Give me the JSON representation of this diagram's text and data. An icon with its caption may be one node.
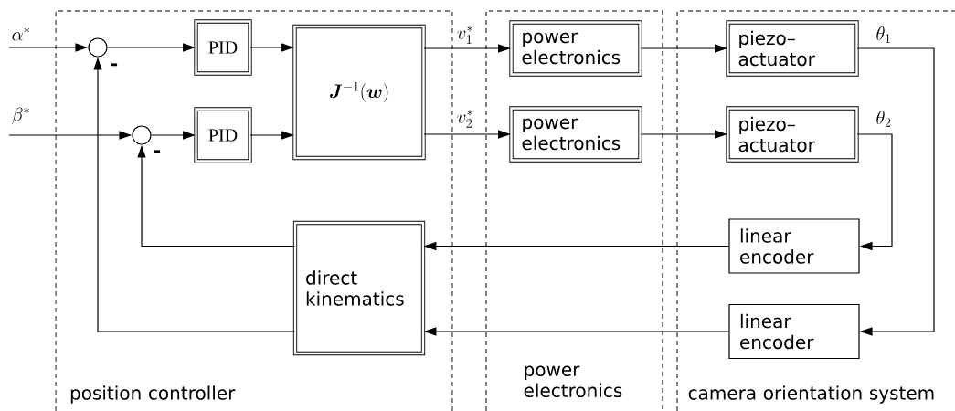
{
  "diagram": {
    "nodes": [
      {
        "text": [
          "position controller"
        ]
      },
      {
        "text": [
          "power electronics"
        ]
      },
      {
        "text": [
          "camera orientation system"
        ]
      },
      {
        "text": [],
        "shape": "circle",
        "in": 0,
        "beside": [
          "-"
        ]
      },
      {
        "text": [],
        "shape": "circle",
        "in": 0,
        "beside": [
          "-"
        ]
      },
      {
        "text": [
          "PID"
        ],
        "in": 0
      },
      {
        "text": [
          "PID"
        ],
        "in": 0
      },
      {
        "text": [
          "\\boldsymbol{J}^{-1}(\\boldsymbol{w})"
        ],
        "in": 0
      },
      {
        "text": [
          "direct kinematics"
        ],
        "in": 0
      },
      {
        "text": [
          "power electronics"
        ],
        "in": 1
      },
      {
        "text": [
          "power electronics"
        ],
        "in": 1
      },
      {
        "text": [
          "piezo– actuator"
        ],
        "in": 2
      },
      {
        "text": [
          "piezo– actuator"
        ],
        "in": 2
      },
      {
        "text": [
          "linear encoder"
        ],
        "in": 2
      },
      {
        "text": [
          "linear encoder"
        ],
        "in": 2
      }
    ],
    "edges": [
      {
        "from": null,
        "to": 3,
        "arrow": "to",
        "label": "\\alpha^*"
      },
      {
        "from": null,
        "to": 4,
        "arrow": "to",
        "label": "\\beta^*"
      },
      {
        "from": 3,
        "to": 5,
        "arrow": "to"
      },
      {
        "from": 4,
        "to": 6,
        "arrow": "to"
      },
      {
        "from": 5,
        "to": 7,
        "arrow": "to"
      },
      {
        "from": 6,
        "to": 7,
        "arrow": "to"
      },
      {
        "from": 7,
        "to": 9,
        "arrow": "to",
        "label": "v_1^*"
      },
      {
        "from": 7,
        "to": 10,
        "arrow": "to",
        "label": "v_2^*"
      },
      {
        "from": 9,
        "to": 11,
        "arrow": "to"
      },
      {
        "from": 10,
        "to": 12,
        "arrow": "to"
      },
      {
        "from": 11,
        "to": 14,
        "arrow": "to",
        "label": "\\theta_1"
      },
      {
        "from": 12,
        "to": 13,
        "arrow": "to",
        "label": "\\theta_2"
      },
      {
        "from": 13,
        "to": 8,
        "arrow": "to"
      },
      {
        "from": 14,
        "to": 8,
        "arrow": "to"
      },
      {
        "from": 8,
        "to": 4,
        "arrow": "to"
      },
      {
        "from": 8,
        "to": 3,
        "arrow": "to"
      }
    ]
  }
}
